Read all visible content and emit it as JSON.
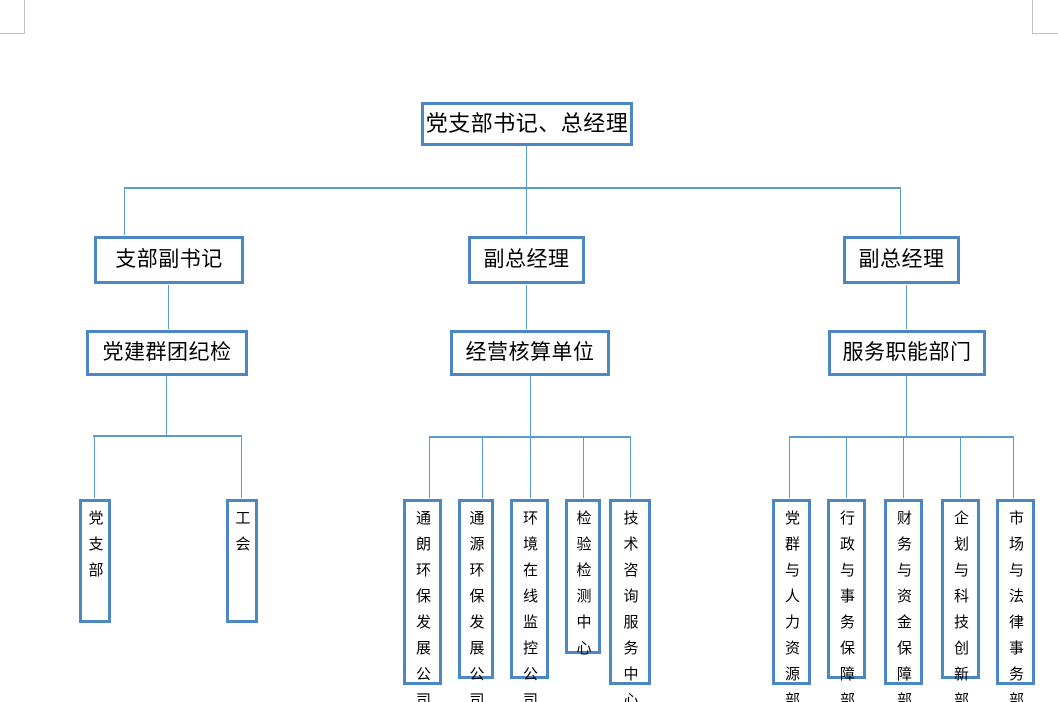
{
  "document": {
    "type": "organization-chart",
    "background_color": "#ffffff",
    "box_border_color": "#4a87c4",
    "connector_color": "#5b9bd5",
    "margin_mark_color": "#bfbfbf"
  },
  "chart_data": {
    "type": "diagram",
    "title": "",
    "nodes": [
      {
        "id": "root",
        "label": "党支部书记、总经理",
        "level": 1,
        "orientation": "horizontal"
      },
      {
        "id": "branch-left",
        "label": "支部副书记",
        "level": 2,
        "orientation": "horizontal"
      },
      {
        "id": "branch-mid",
        "label": "副总经理",
        "level": 2,
        "orientation": "horizontal"
      },
      {
        "id": "branch-right",
        "label": "副总经理",
        "level": 2,
        "orientation": "horizontal"
      },
      {
        "id": "group-left",
        "label": "党建群团纪检",
        "level": 3,
        "orientation": "horizontal"
      },
      {
        "id": "group-mid",
        "label": "经营核算单位",
        "level": 3,
        "orientation": "horizontal"
      },
      {
        "id": "group-right",
        "label": "服务职能部门",
        "level": 3,
        "orientation": "horizontal"
      },
      {
        "id": "leaf-l1",
        "label": "党支部",
        "level": 4,
        "orientation": "vertical"
      },
      {
        "id": "leaf-l2",
        "label": "工会",
        "level": 4,
        "orientation": "vertical"
      },
      {
        "id": "leaf-m1",
        "label": "通朗环保发展公司",
        "level": 4,
        "orientation": "vertical"
      },
      {
        "id": "leaf-m2",
        "label": "通源环保发展公司",
        "level": 4,
        "orientation": "vertical"
      },
      {
        "id": "leaf-m3",
        "label": "环境在线监控公司",
        "level": 4,
        "orientation": "vertical"
      },
      {
        "id": "leaf-m4",
        "label": "检验检测中心",
        "level": 4,
        "orientation": "vertical"
      },
      {
        "id": "leaf-m5",
        "label": "技术咨询服务中心",
        "level": 4,
        "orientation": "vertical"
      },
      {
        "id": "leaf-r1",
        "label": "党群与人力资源部",
        "level": 4,
        "orientation": "vertical"
      },
      {
        "id": "leaf-r2",
        "label": "行政与事务保障部",
        "level": 4,
        "orientation": "vertical"
      },
      {
        "id": "leaf-r3",
        "label": "财务与资金保障部",
        "level": 4,
        "orientation": "vertical"
      },
      {
        "id": "leaf-r4",
        "label": "企划与科技创新部",
        "level": 4,
        "orientation": "vertical"
      },
      {
        "id": "leaf-r5",
        "label": "市场与法律事务部",
        "level": 4,
        "orientation": "vertical"
      }
    ],
    "edges": [
      {
        "from": "root",
        "to": "branch-left"
      },
      {
        "from": "root",
        "to": "branch-mid"
      },
      {
        "from": "root",
        "to": "branch-right"
      },
      {
        "from": "branch-left",
        "to": "group-left"
      },
      {
        "from": "branch-mid",
        "to": "group-mid"
      },
      {
        "from": "branch-right",
        "to": "group-right"
      },
      {
        "from": "group-left",
        "to": "leaf-l1"
      },
      {
        "from": "group-left",
        "to": "leaf-l2"
      },
      {
        "from": "group-mid",
        "to": "leaf-m1"
      },
      {
        "from": "group-mid",
        "to": "leaf-m2"
      },
      {
        "from": "group-mid",
        "to": "leaf-m3"
      },
      {
        "from": "group-mid",
        "to": "leaf-m4"
      },
      {
        "from": "group-mid",
        "to": "leaf-m5"
      },
      {
        "from": "group-right",
        "to": "leaf-r1"
      },
      {
        "from": "group-right",
        "to": "leaf-r2"
      },
      {
        "from": "group-right",
        "to": "leaf-r3"
      },
      {
        "from": "group-right",
        "to": "leaf-r4"
      },
      {
        "from": "group-right",
        "to": "leaf-r5"
      }
    ]
  }
}
